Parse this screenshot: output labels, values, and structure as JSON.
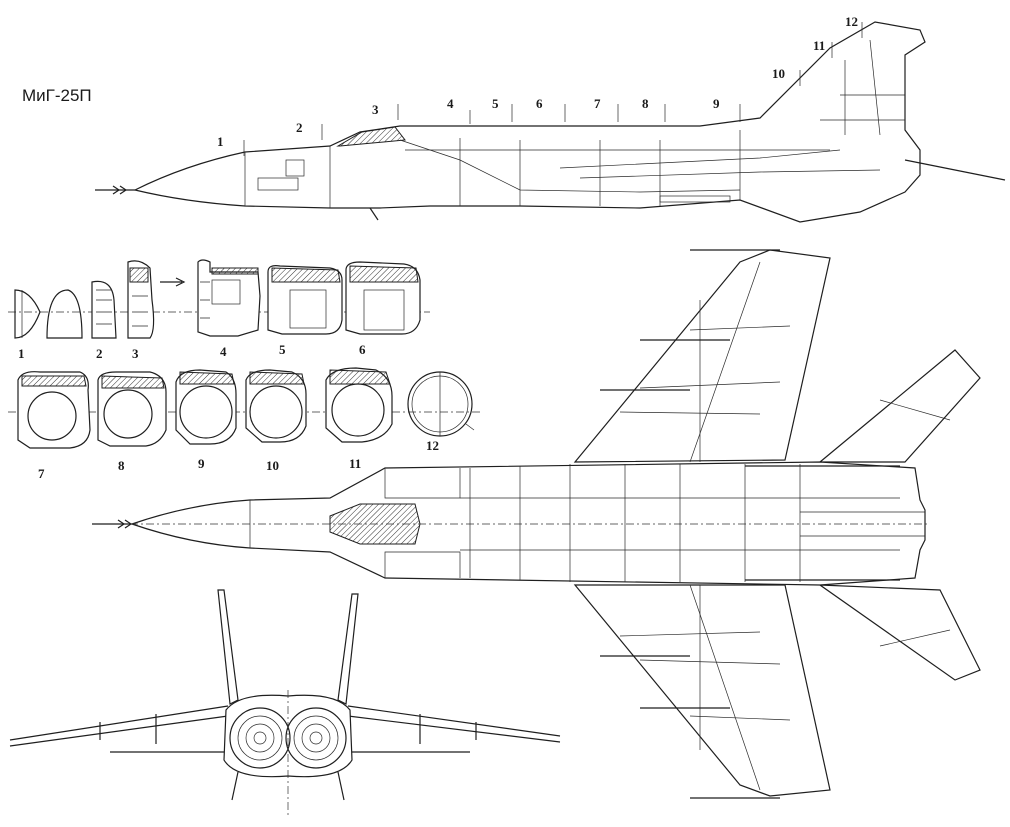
{
  "drawing": {
    "title": "МиГ-25П",
    "side_view_station_labels": [
      "1",
      "2",
      "3",
      "4",
      "5",
      "6",
      "7",
      "8",
      "9",
      "10",
      "11",
      "12"
    ],
    "cross_section_labels": [
      "1",
      "2",
      "3",
      "4",
      "5",
      "6",
      "7",
      "8",
      "9",
      "10",
      "11",
      "12"
    ]
  }
}
